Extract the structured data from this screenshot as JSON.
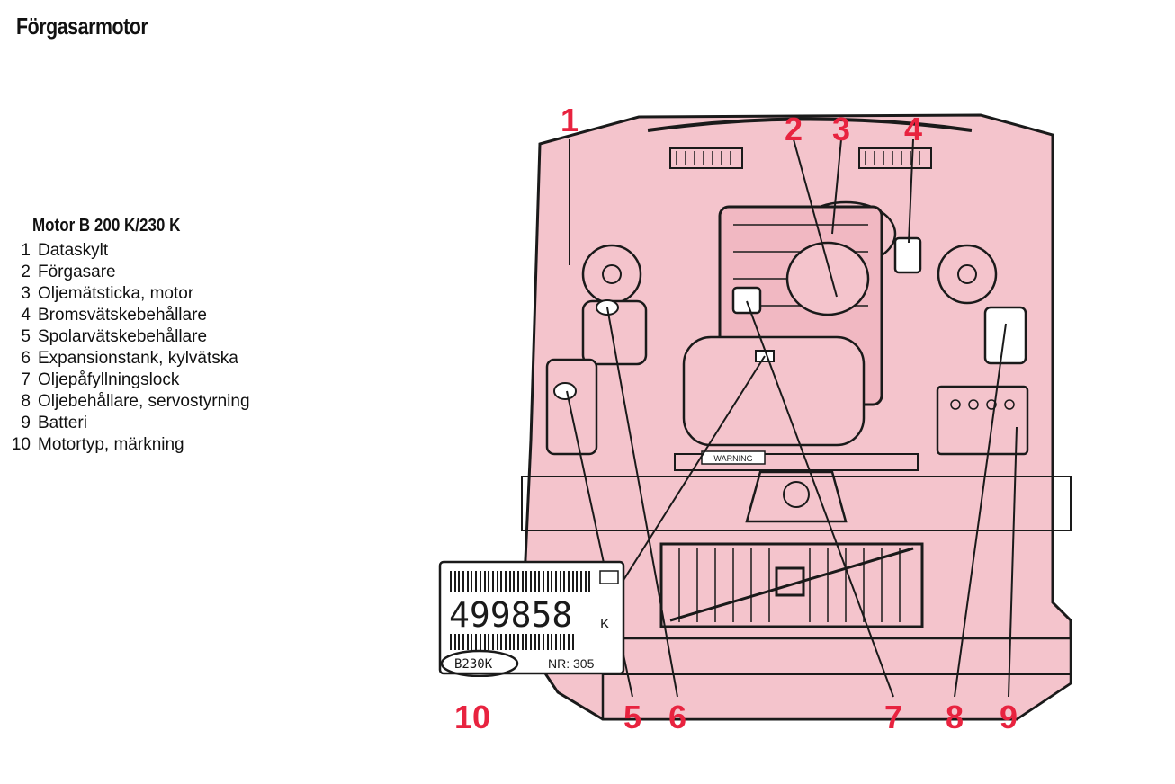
{
  "page_title": "Förgasarmotor",
  "legend": {
    "title": "Motor B 200 K/230 K",
    "items": [
      {
        "num": "1",
        "text": "Dataskylt"
      },
      {
        "num": "2",
        "text": "Förgasare"
      },
      {
        "num": "3",
        "text": "Oljemätsticka, motor"
      },
      {
        "num": "4",
        "text": "Bromsvätskebehållare"
      },
      {
        "num": "5",
        "text": "Spolarvätskebehållare"
      },
      {
        "num": "6",
        "text": "Expansionstank, kylvätska"
      },
      {
        "num": "7",
        "text": "Oljepåfyllningslock"
      },
      {
        "num": "8",
        "text": "Oljebehållare, servostyrning"
      },
      {
        "num": "9",
        "text": "Batteri"
      },
      {
        "num": "10",
        "text": "Motortyp, märkning"
      }
    ]
  },
  "diagram": {
    "callouts": [
      "1",
      "2",
      "3",
      "4",
      "5",
      "6",
      "7",
      "8",
      "9",
      "10"
    ],
    "warning_label": "WARNING",
    "plate": {
      "serial": "499858",
      "suffix": "K",
      "engine_type": "B230K",
      "number": "NR: 305"
    }
  },
  "colors": {
    "accent": "#e8233f",
    "engine_fill": "#f4c4cc",
    "line": "#1a1a1a"
  }
}
